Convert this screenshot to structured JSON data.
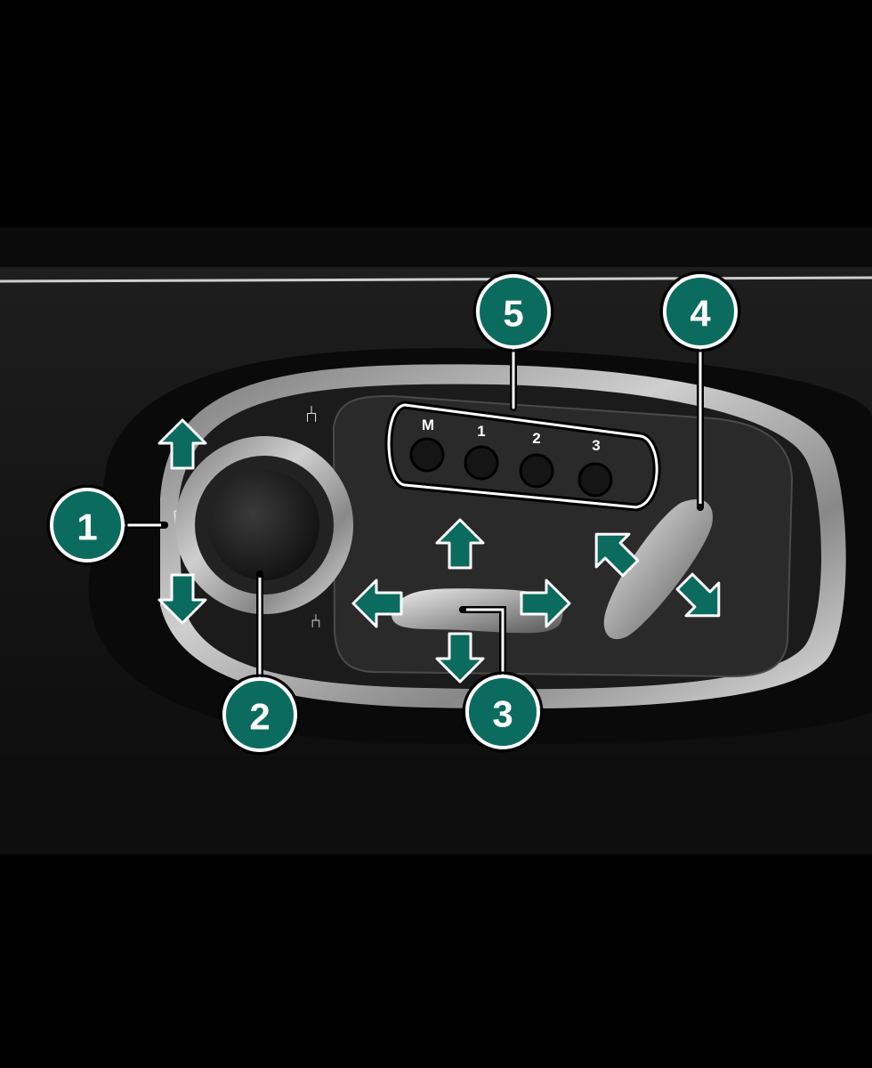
{
  "colors": {
    "callout": "#0b6b5e",
    "arrow": "#0b6b5e",
    "outline": "#ffffff"
  },
  "callouts": [
    {
      "label": "1"
    },
    {
      "label": "2"
    },
    {
      "label": "3"
    },
    {
      "label": "4"
    },
    {
      "label": "5"
    }
  ],
  "memory_buttons": [
    {
      "label": "M"
    },
    {
      "label": "1"
    },
    {
      "label": "2"
    },
    {
      "label": "3"
    }
  ]
}
